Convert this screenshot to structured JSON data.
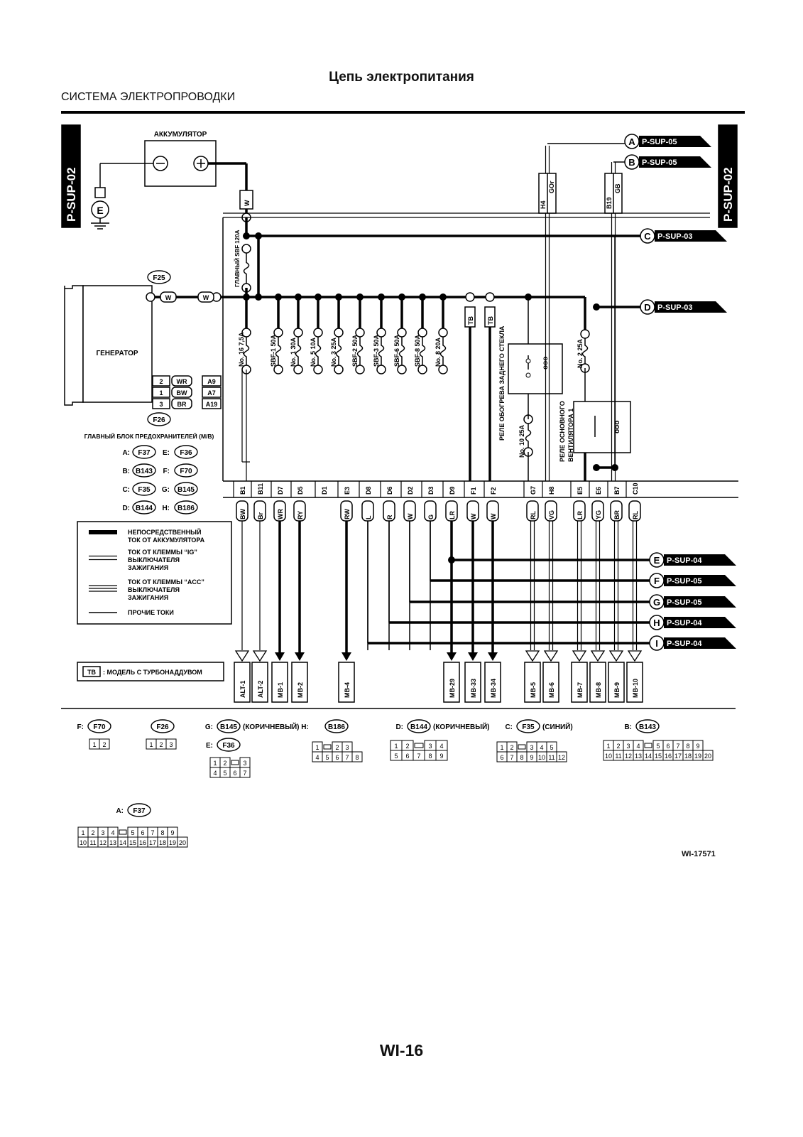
{
  "header": {
    "title": "Цепь электропитания",
    "subtitle": "СИСТЕМА ЭЛЕКТРОПРОВОДКИ"
  },
  "footer": {
    "page": "WI-16",
    "figure_code": "WI-17571"
  },
  "side_tabs": {
    "left": "P-SUP-02",
    "right": "P-SUP-02"
  },
  "battery": {
    "label": "АККУМУЛЯТОР",
    "ground": "E"
  },
  "generator": {
    "label": "ГЕНЕРАТОР",
    "pins": [
      {
        "n": "2",
        "wire": "WR",
        "term": "A9"
      },
      {
        "n": "1",
        "wire": "BW",
        "term": "A7"
      },
      {
        "n": "3",
        "wire": "BR",
        "term": "A19"
      }
    ]
  },
  "main_fuse_label": "ГЛАВНЫЙ SBF 120A",
  "connectors_gen": [
    "F25",
    "F26"
  ],
  "wire_W": "W",
  "fuses": [
    "No. 16 7,5A",
    "SBF-1 50A",
    "No. 1 30A",
    "No. 5 10A",
    "No. 3 25A",
    "SBF-2 50A",
    "SBF-3 50A",
    "SBF-6 50A",
    "SBF-8 50A",
    "No. 8 20A"
  ],
  "tb_label": "TB",
  "relays": {
    "rear_defogger": "РЕЛЕ ОБОГРЕВА ЗАДНЕГО СТЕКЛА",
    "fan_line1": "РЕЛЕ ОСНОВНОГО",
    "fan_line2": "ВЕНТИЛЯТОРА 1",
    "fuse10": "No. 10 25A",
    "fuse2": "No. 2 25A"
  },
  "right_connectors": [
    {
      "pin": "H4",
      "wire": "GOr"
    },
    {
      "pin": "B19",
      "wire": "GB"
    }
  ],
  "mb_block": {
    "title": "ГЛАВНЫЙ БЛОК ПРЕДОХРАНИТЕЛЕЙ (M/B)",
    "map": [
      [
        "A:",
        "F37",
        "E:",
        "F36"
      ],
      [
        "B:",
        "B143",
        "F:",
        "F70"
      ],
      [
        "C:",
        "F35",
        "G:",
        "B145"
      ],
      [
        "D:",
        "B144",
        "H:",
        "B186"
      ]
    ]
  },
  "terminals": [
    {
      "pin": "B1",
      "wire": "BW",
      "dest": "ALT-1"
    },
    {
      "pin": "B11",
      "wire": "Br",
      "dest": "ALT-2"
    },
    {
      "pin": "D7",
      "wire": "WR",
      "dest": "MB-1"
    },
    {
      "pin": "D5",
      "wire": "RY",
      "dest": "MB-2"
    },
    {
      "pin": "D1",
      "wire": "",
      "dest": ""
    },
    {
      "pin": "E3",
      "wire": "RW",
      "dest": "MB-4"
    },
    {
      "pin": "D8",
      "wire": "L",
      "dest": ""
    },
    {
      "pin": "D6",
      "wire": "R",
      "dest": ""
    },
    {
      "pin": "D2",
      "wire": "W",
      "dest": ""
    },
    {
      "pin": "D3",
      "wire": "G",
      "dest": ""
    },
    {
      "pin": "D9",
      "wire": "LR",
      "dest": "MB-29"
    },
    {
      "pin": "F1",
      "wire": "W",
      "dest": "MB-33"
    },
    {
      "pin": "F2",
      "wire": "W",
      "dest": "MB-34"
    },
    {
      "pin": "G7",
      "wire": "RL",
      "dest": "MB-5"
    },
    {
      "pin": "H8",
      "wire": "VG",
      "dest": "MB-6"
    },
    {
      "pin": "E5",
      "wire": "LR",
      "dest": "MB-7"
    },
    {
      "pin": "E6",
      "wire": "YG",
      "dest": "MB-8"
    },
    {
      "pin": "B7",
      "wire": "BR",
      "dest": "MB-9"
    },
    {
      "pin": "C10",
      "wire": "RL",
      "dest": "MB-10"
    }
  ],
  "page_refs": [
    {
      "letter": "A",
      "ref": "P-SUP-05"
    },
    {
      "letter": "B",
      "ref": "P-SUP-05"
    },
    {
      "letter": "C",
      "ref": "P-SUP-03"
    },
    {
      "letter": "D",
      "ref": "P-SUP-03"
    },
    {
      "letter": "E",
      "ref": "P-SUP-04"
    },
    {
      "letter": "F",
      "ref": "P-SUP-05"
    },
    {
      "letter": "G",
      "ref": "P-SUP-05"
    },
    {
      "letter": "H",
      "ref": "P-SUP-04"
    },
    {
      "letter": "I",
      "ref": "P-SUP-04"
    }
  ],
  "legend": [
    "НЕПОСРЕДСТВЕННЫЙ",
    "ТОК ОТ АККУМУЛЯТОРА",
    "ТОК ОТ КЛЕММЫ “IG”",
    "ВЫКЛЮЧАТЕЛЯ",
    "ЗАЖИГАНИЯ",
    "ТОК ОТ КЛЕММЫ “ACC”",
    "ВЫКЛЮЧАТЕЛЯ",
    "ЗАЖИГАНИЯ",
    "ПРОЧИЕ ТОКИ"
  ],
  "tb_note": {
    "tag": "TB",
    "text": ": МОДЕЛЬ С ТУРБОНАДДУВОМ"
  },
  "connector_views": [
    {
      "prefix": "F:",
      "id": "F70",
      "suffix": "",
      "rows": [
        [
          "1",
          "2"
        ]
      ]
    },
    {
      "prefix": "",
      "id": "F26",
      "suffix": "",
      "rows": [
        [
          "1",
          "2",
          "3"
        ]
      ]
    },
    {
      "prefix": "G:",
      "id": "B145",
      "suffix": "(КОРИЧНЕВЫЙ) H:",
      "rows": []
    },
    {
      "prefix": "",
      "id": "B186",
      "suffix": "",
      "rows": [
        [
          "1",
          "",
          "2",
          "3"
        ],
        [
          "4",
          "5",
          "6",
          "7",
          "8"
        ]
      ]
    },
    {
      "prefix": "E:",
      "id": "F36",
      "suffix": "",
      "rows": [
        [
          "1",
          "2",
          "",
          "3"
        ],
        [
          "4",
          "5",
          "6",
          "7"
        ]
      ]
    },
    {
      "prefix": "D:",
      "id": "B144",
      "suffix": "(КОРИЧНЕВЫЙ)",
      "rows": [
        [
          "1",
          "2",
          "",
          "3",
          "4"
        ],
        [
          "5",
          "6",
          "7",
          "8",
          "9"
        ]
      ]
    },
    {
      "prefix": "C:",
      "id": "F35",
      "suffix": "(СИНИЙ)",
      "rows": [
        [
          "1",
          "2",
          "",
          "3",
          "4",
          "5"
        ],
        [
          "6",
          "7",
          "8",
          "9",
          "10",
          "11",
          "12"
        ]
      ]
    },
    {
      "prefix": "B:",
      "id": "B143",
      "suffix": "",
      "rows": [
        [
          "1",
          "2",
          "3",
          "4",
          "",
          "5",
          "6",
          "7",
          "8",
          "9"
        ],
        [
          "10",
          "11",
          "12",
          "13",
          "14",
          "15",
          "16",
          "17",
          "18",
          "19",
          "20"
        ]
      ]
    },
    {
      "prefix": "A:",
      "id": "F37",
      "suffix": "",
      "rows": [
        [
          "1",
          "2",
          "3",
          "4",
          "",
          "5",
          "6",
          "7",
          "8",
          "9"
        ],
        [
          "10",
          "11",
          "12",
          "13",
          "14",
          "15",
          "16",
          "17",
          "18",
          "19",
          "20"
        ]
      ]
    }
  ]
}
